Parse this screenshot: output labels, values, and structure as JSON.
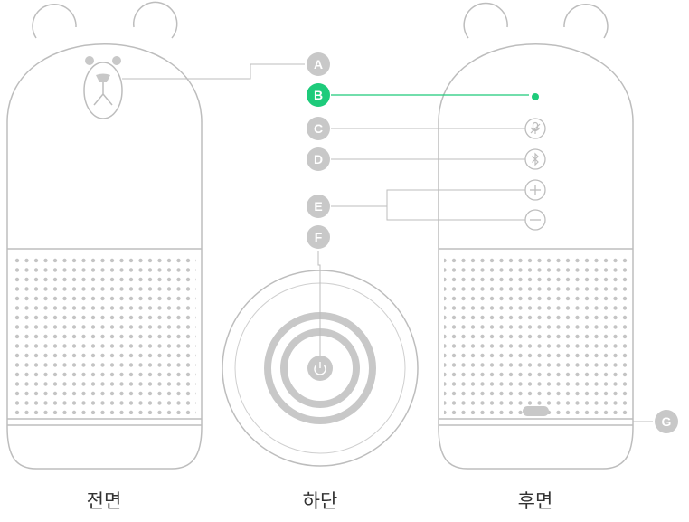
{
  "colors": {
    "outline": "#bdbdbd",
    "marker": "#c8c8c8",
    "accent": "#1ecb7b",
    "label_text": "#333333"
  },
  "markers": {
    "a": "A",
    "b": "B",
    "c": "C",
    "d": "D",
    "e": "E",
    "f": "F",
    "g": "G"
  },
  "view_labels": {
    "front": "전면",
    "bottom": "하단",
    "back": "후면"
  },
  "icons": {
    "mic_button": "mic-mute-icon",
    "bluetooth_button": "bluetooth-icon",
    "volume_up_button": "plus-icon",
    "volume_down_button": "minus-icon",
    "power_button": "power-icon"
  }
}
